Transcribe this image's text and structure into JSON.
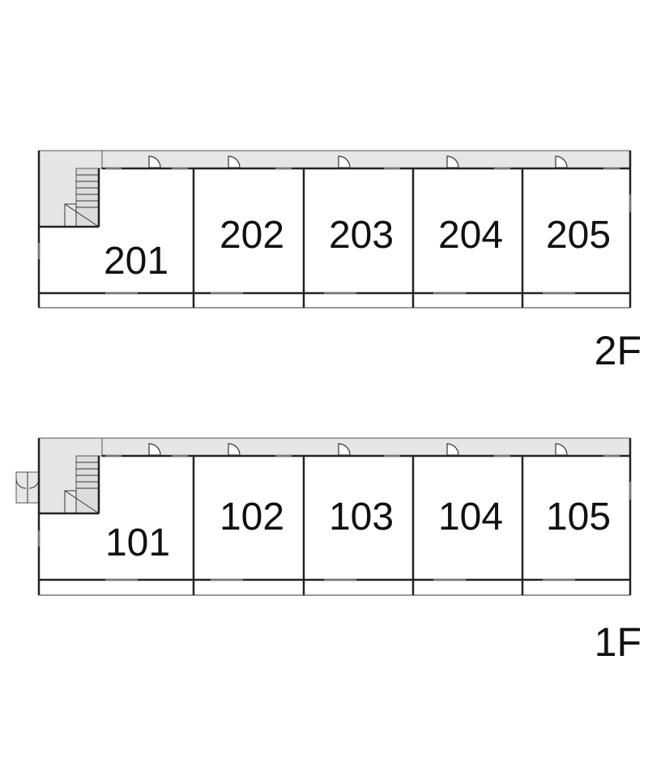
{
  "floors": [
    {
      "label": "2F",
      "units": [
        "201",
        "202",
        "203",
        "204",
        "205"
      ]
    },
    {
      "label": "1F",
      "units": [
        "101",
        "102",
        "103",
        "104",
        "105"
      ]
    }
  ]
}
